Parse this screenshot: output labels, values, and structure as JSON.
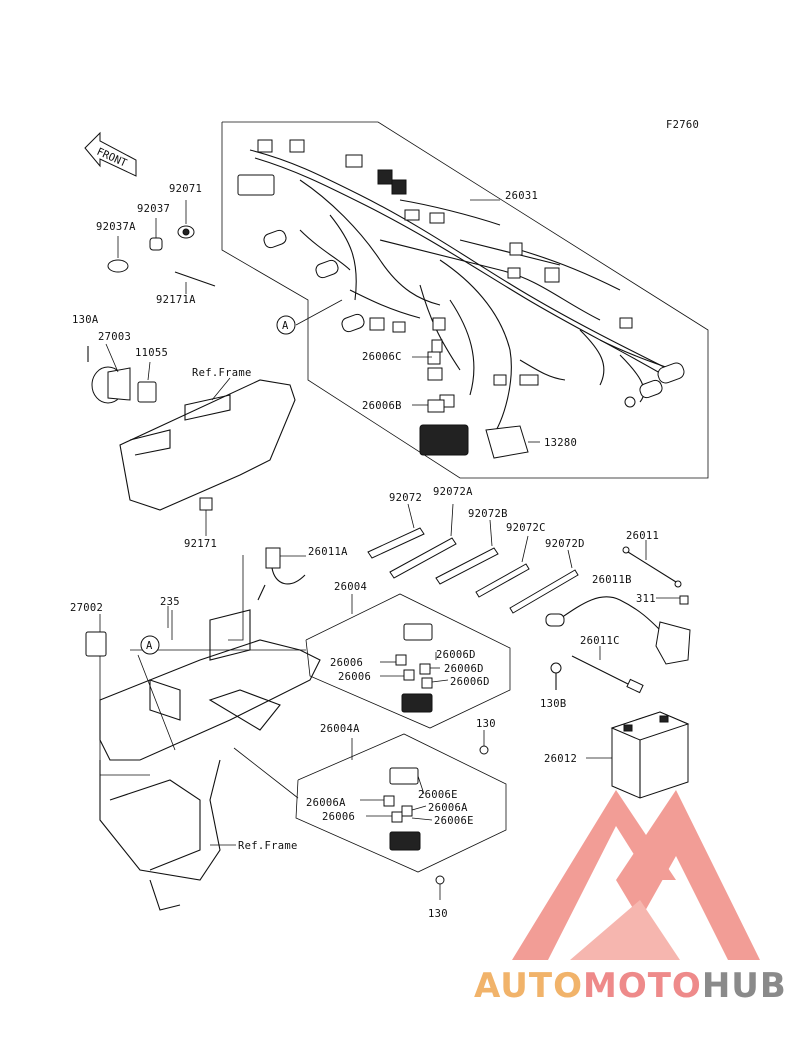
{
  "figure_code": "F2760",
  "front_label": "FRONT",
  "callouts": {
    "a1": "A",
    "a2": "A"
  },
  "ref_frame_1": "Ref.Frame",
  "ref_frame_2": "Ref.Frame",
  "parts": {
    "p26031": "26031",
    "p92071": "92071",
    "p92037": "92037",
    "p92037A": "92037A",
    "p92171A": "92171A",
    "p130A": "130A",
    "p27003": "27003",
    "p11055": "11055",
    "p26006C": "26006C",
    "p26006B": "26006B",
    "p13280": "13280",
    "p92171": "92171",
    "p92072": "92072",
    "p92072A": "92072A",
    "p92072B": "92072B",
    "p92072C": "92072C",
    "p92072D": "92072D",
    "p26011": "26011",
    "p26011A": "26011A",
    "p26011B": "26011B",
    "p311": "311",
    "p26011C": "26011C",
    "p130B": "130B",
    "p26012": "26012",
    "p27002": "27002",
    "p235": "235",
    "p26004": "26004",
    "p26006_1": "26006",
    "p26006D_1": "26006D",
    "p26006D_2": "26006D",
    "p26006_2": "26006",
    "p26006D_3": "26006D",
    "p130_1": "130",
    "p26004A": "26004A",
    "p26006E_1": "26006E",
    "p26006A_1": "26006A",
    "p26006A_2": "26006A",
    "p26006_3": "26006",
    "p26006E_2": "26006E",
    "p130_2": "130"
  },
  "watermark": {
    "part1": "AUTO",
    "part2": "MOTO",
    "part3": "HUB"
  },
  "colors": {
    "watermark_logo": "#f08c84",
    "watermark_auto": "#f1b36a",
    "watermark_moto": "#ee8a8a",
    "watermark_hub": "#8a8a8a"
  }
}
